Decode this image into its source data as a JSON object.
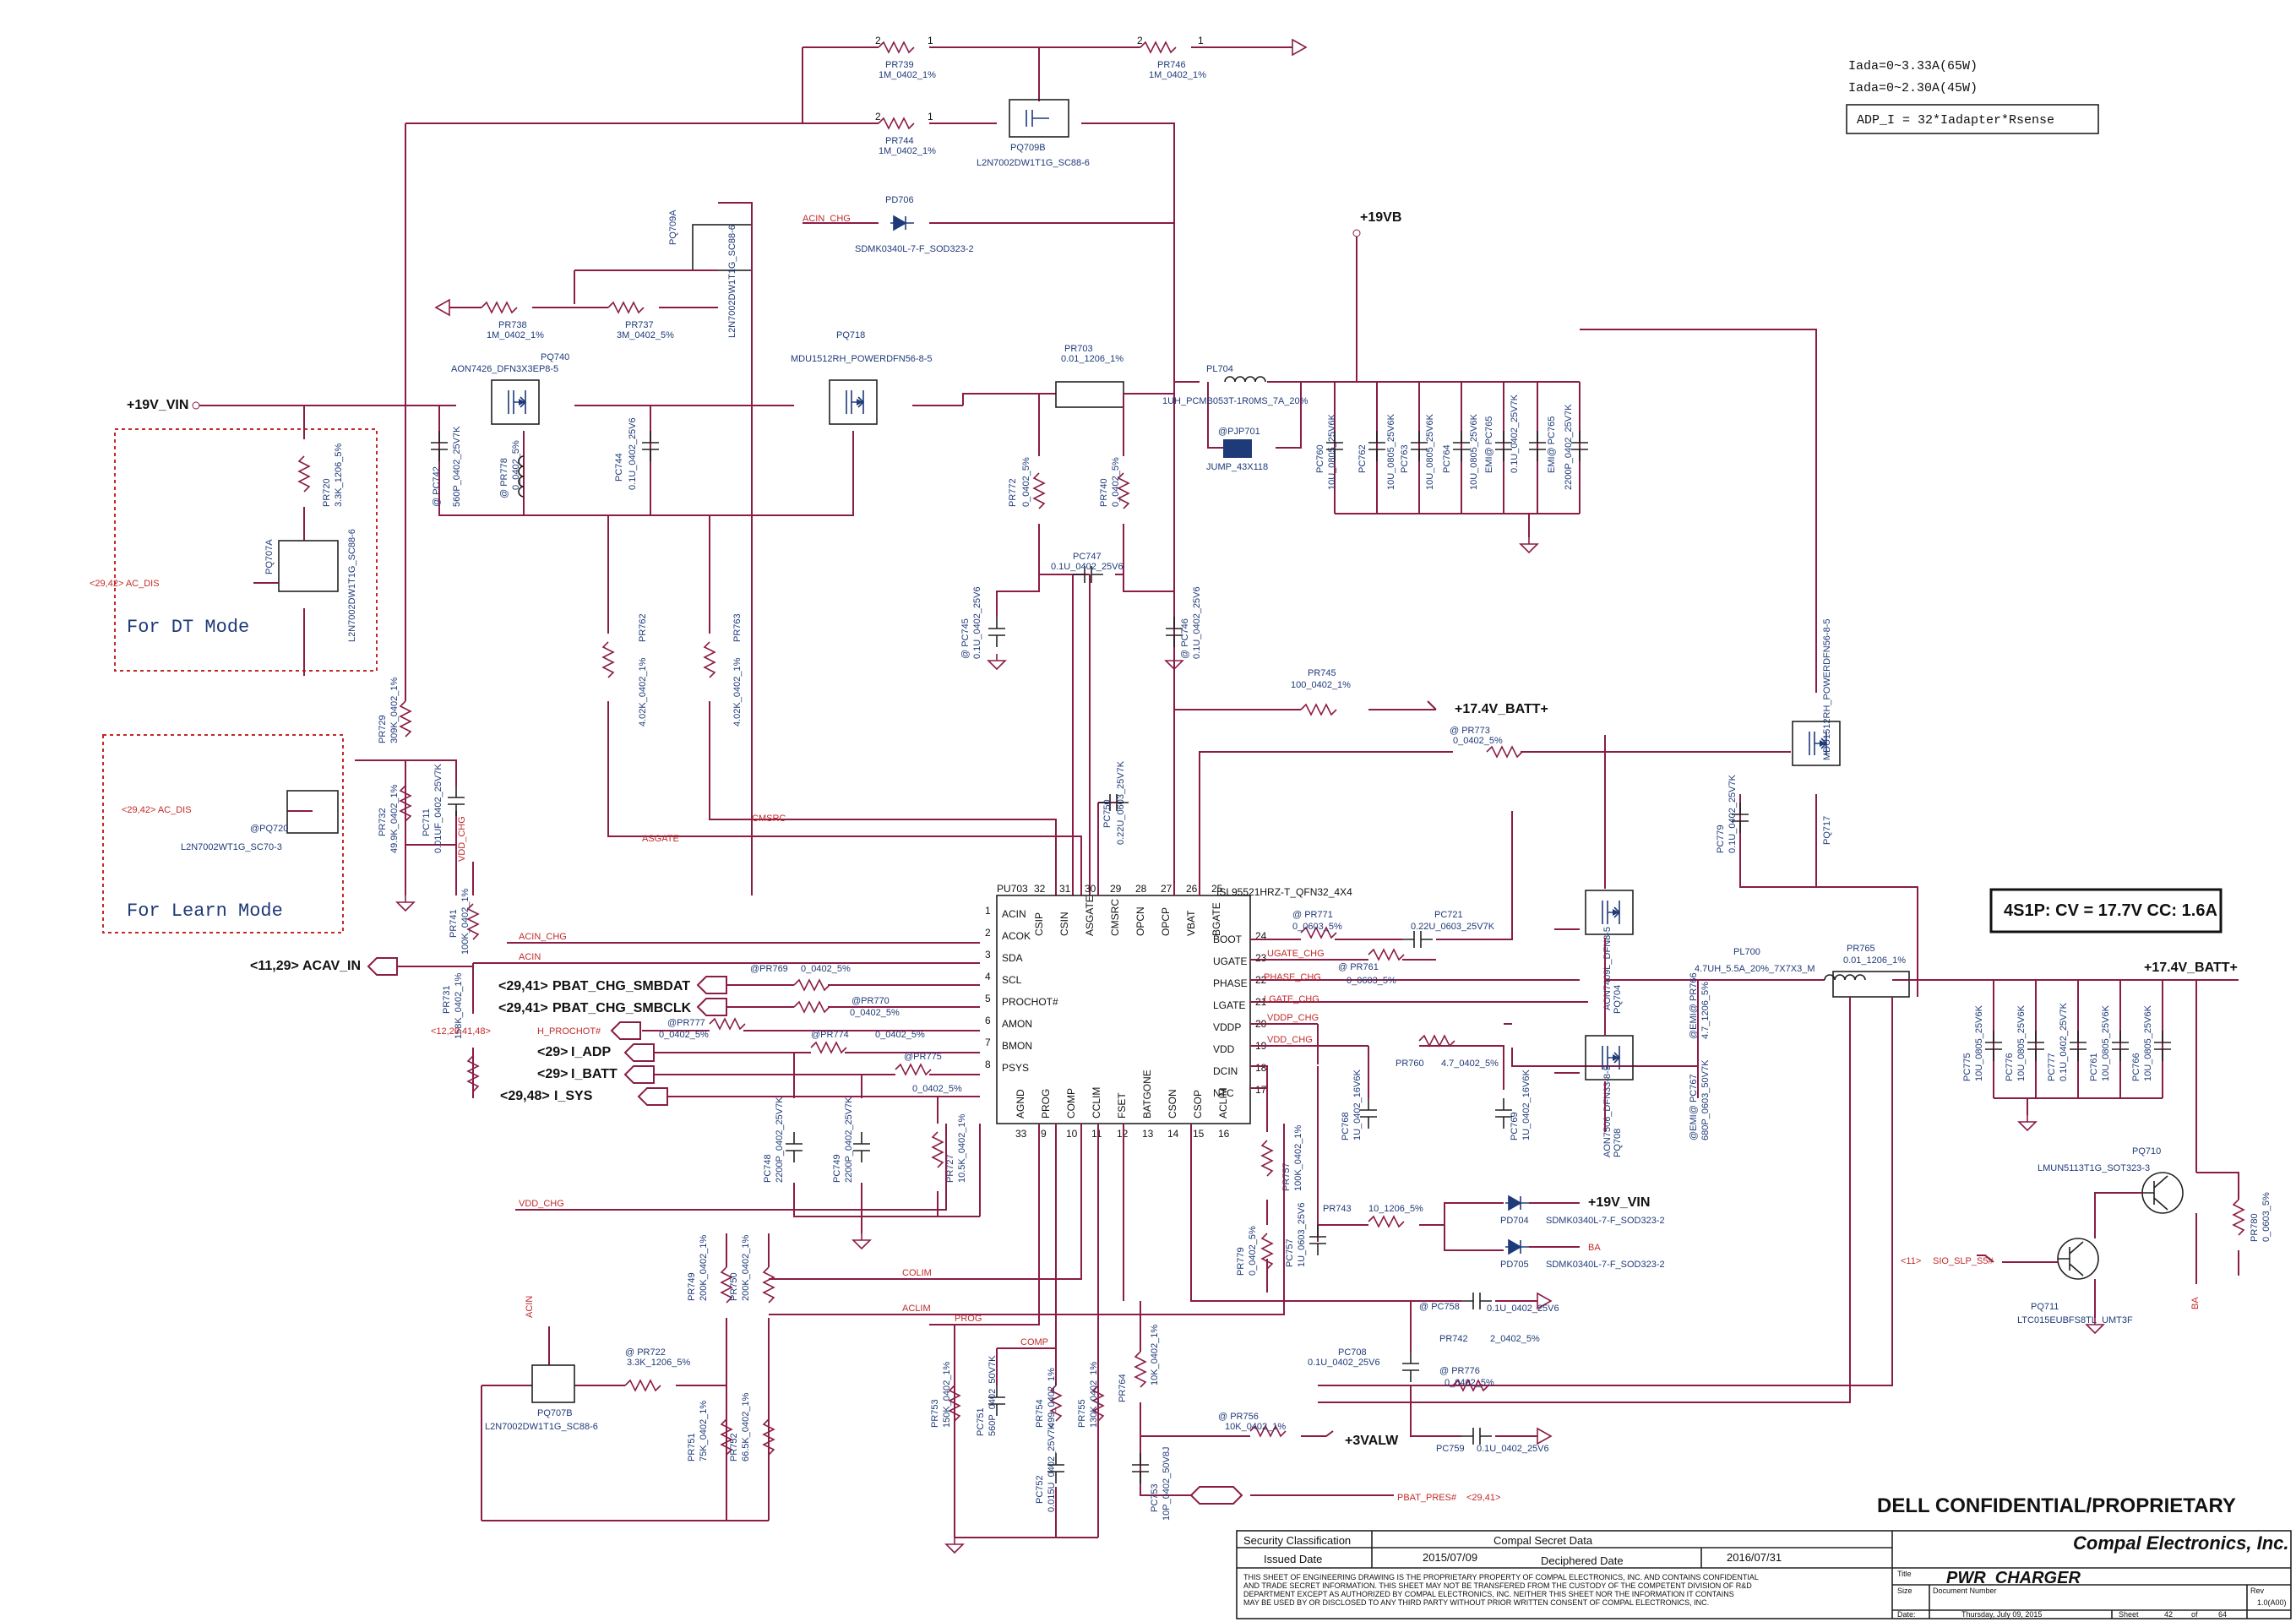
{
  "notes": {
    "iada1": "Iada=0~3.33A(65W)",
    "iada2": "Iada=0~2.30A(45W)",
    "adp_formula": "ADP_I = 32*Iadapter*Rsense",
    "cv_cc": "4S1P: CV = 17.7V CC: 1.6A",
    "dt_mode": "For DT Mode",
    "learn_mode": "For Learn Mode"
  },
  "power_nets": {
    "vin": "+19V_VIN",
    "vb": "+19VB",
    "batt_top": "+17.4V_BATT+",
    "batt_right": "+17.4V_BATT+",
    "valw": "+3VALW",
    "vin2": "+19V_VIN"
  },
  "ports": {
    "acav_in": "ACAV_IN",
    "acav_ref": "<11,29>",
    "pbat_smbdat": "PBAT_CHG_SMBDAT",
    "pbat_smbdat_ref": "<29,41>",
    "pbat_smbclk": "PBAT_CHG_SMBCLK",
    "pbat_smbclk_ref": "<29,41>",
    "i_adp": "I_ADP",
    "i_adp_ref": "<29>",
    "i_batt": "I_BATT",
    "i_batt_ref": "<29>",
    "i_sys": "I_SYS",
    "i_sys_ref": "<29,48>",
    "ac_dis_1": "<29,42> AC_DIS",
    "ac_dis_2": "<29,42> AC_DIS",
    "acin_chg": "ACIN_CHG",
    "h_prochot": "H_PROCHOT#",
    "h_prochot_ref": "<12,29,41,48>",
    "sio_slp": "SIO_SLP_S5#",
    "sio_slp_ref": "<11>",
    "pbat_pres": "PBAT_PRES#",
    "pbat_pres_ref": "<29,41>"
  },
  "net_labels": {
    "acin_chg_in": "ACIN_CHG",
    "acin": "ACIN",
    "acin2": "ACIN",
    "asgate": "ASGATE",
    "cmsrc": "CMSRC",
    "vdd_chg1": "VDD_CHG",
    "vdd_chg2": "VDD_CHG",
    "vddp_chg": "VDDP_CHG",
    "ugate_chg": "UGATE_CHG",
    "phase_chg": "PHASE_CHG",
    "lgate_chg": "LGATE_CHG",
    "vdd_chg_vdd": "VDD_CHG",
    "colim": "COLIM",
    "aclim": "ACLIM",
    "prog": "PROG",
    "comp": "COMP",
    "ba1": "BA",
    "ba2": "BA"
  },
  "ic": {
    "ref": "PU703",
    "part": "ISL95521HRZ-T_QFN32_4X4",
    "left_pins": [
      {
        "name": "ACIN",
        "num": "1"
      },
      {
        "name": "ACOK",
        "num": "2"
      },
      {
        "name": "SDA",
        "num": "3"
      },
      {
        "name": "SCL",
        "num": "4"
      },
      {
        "name": "PROCHOT#",
        "num": "5"
      },
      {
        "name": "AMON",
        "num": "6"
      },
      {
        "name": "BMON",
        "num": "7"
      },
      {
        "name": "PSYS",
        "num": "8"
      }
    ],
    "top_pins": [
      {
        "name": "CSIP",
        "num": "32"
      },
      {
        "name": "CSIN",
        "num": "31"
      },
      {
        "name": "ASGATE",
        "num": "30"
      },
      {
        "name": "CMSRC",
        "num": "29"
      },
      {
        "name": "OPCN",
        "num": "28"
      },
      {
        "name": "OPCP",
        "num": "27"
      },
      {
        "name": "VBAT",
        "num": "26"
      },
      {
        "name": "BGATE",
        "num": "25"
      }
    ],
    "right_pins": [
      {
        "name": "BOOT",
        "num": "24"
      },
      {
        "name": "UGATE",
        "num": "23"
      },
      {
        "name": "PHASE",
        "num": "22"
      },
      {
        "name": "LGATE",
        "num": "21"
      },
      {
        "name": "VDDP",
        "num": "20"
      },
      {
        "name": "VDD",
        "num": "19"
      },
      {
        "name": "DCIN",
        "num": "18"
      },
      {
        "name": "NTC",
        "num": "17"
      }
    ],
    "bottom_pins": [
      {
        "name": "AGND",
        "num": "33"
      },
      {
        "name": "PROG",
        "num": "9"
      },
      {
        "name": "COMP",
        "num": "10"
      },
      {
        "name": "CCLIM",
        "num": "11"
      },
      {
        "name": "FSET",
        "num": "12"
      },
      {
        "name": "BATGONE",
        "num": "13"
      },
      {
        "name": "CSON",
        "num": "14"
      },
      {
        "name": "CSOP",
        "num": "15"
      },
      {
        "name": "ACLIM",
        "num": "16"
      }
    ]
  },
  "parts": {
    "pr739": "PR739",
    "pr739v": "1M_0402_1%",
    "pr746": "PR746",
    "pr746v": "1M_0402_1%",
    "pr744": "PR744",
    "pr744v": "1M_0402_1%",
    "pq709b": "PQ709B",
    "pq709bv": "L2N7002DW1T1G_SC88-6",
    "pq709a": "PQ709A",
    "pq709av": "L2N7002DW1T1G_SC88-6",
    "pd706": "PD706",
    "pd706v": "SDMK0340L-7-F_SOD323-2",
    "pr738": "PR738",
    "pr738v": "1M_0402_1%",
    "pr737": "PR737",
    "pr737v": "3M_0402_5%",
    "pq740": "PQ740",
    "pq740v": "AON7426_DFN3X3EP8-5",
    "pq718": "PQ718",
    "pq718v": "MDU1512RH_POWERDFN56-8-5",
    "pr703": "PR703",
    "pr703v": "0.01_1206_1%",
    "pl704": "PL704",
    "pl704v": "1UH_PCMB053T-1R0MS_7A_20%",
    "pjp701": "@PJP701",
    "pjp701v": "JUMP_43X118",
    "pr720": "PR720",
    "pr720v": "3.3K_1206_5%",
    "pq707a": "PQ707A",
    "pq707av": "L2N7002DW1T1G_SC88-6",
    "pc742": "@ PC742",
    "pc742v": "560P_0402_25V7K",
    "pr778": "@ PR778",
    "pr778v": "0_0402_5%",
    "pc744": "PC744",
    "pc744v": "0.1U_0402_25V6",
    "pr772": "PR772",
    "pr772v": "0_0402_5%",
    "pr740": "PR740",
    "pr740v": "0_0402_5%",
    "pc747": "PC747",
    "pc747v": "0.1U_0402_25V6",
    "pc745": "@ PC745",
    "pc745v": "0.1U_0402_25V6",
    "pc746": "@ PC746",
    "pc746v": "0.1U_0402_25V6",
    "pc760": "PC760",
    "pc760v": "10U_0805_25V6K",
    "pc762": "PC762",
    "pc762v": "10U_0805_25V6K",
    "pc763": "PC763",
    "pc763v": "10U_0805_25V6K",
    "pc764": "PC764",
    "pc764v": "10U_0805_25V6K",
    "pc765": "EMI@ PC765",
    "pc765v": "0.1U_0402_25V7K",
    "pc7652": "EMI@ PC765",
    "pc7652v": "2200P_0402_25V7K",
    "pr762": "PR762",
    "pr762v": "4.02K_0402_1%",
    "pr763": "PR763",
    "pr763v": "4.02K_0402_1%",
    "pr729": "PR729",
    "pr729v": "309K_0402_1%",
    "pr732": "PR732",
    "pr732v": "49.9K_0402_1%",
    "pc711": "PC711",
    "pc711v": "0.01UF_0402_25V7K",
    "pq720": "@PQ720",
    "pq720v": "L2N7002WT1G_SC70-3",
    "pr741": "PR741",
    "pr741v": "100K_0402_1%",
    "pr731": "PR731",
    "pr731v": "158K_0402_1%",
    "pr745": "PR745",
    "pr745v": "100_0402_1%",
    "pr773": "@ PR773",
    "pr773v": "0_0402_5%",
    "pc750": "PC750",
    "pc750v": "0.22U_0603_25V7K",
    "pq717": "PQ717",
    "pq717v": "MDU1512RH_POWERDFN56-8-5",
    "pc779": "PC779",
    "pc779v": "0.1U_0402_25V7K",
    "pr771": "@ PR771",
    "pr771v": "0_0603_5%",
    "pr761": "@ PR761",
    "pr761v": "0_0603_5%",
    "pc721": "PC721",
    "pc721v": "0.22U_0603_25V7K",
    "pq704": "PQ704",
    "pq704v": "AON7409L_DFN8-5",
    "pq708": "PQ708",
    "pq708v": "AON7506_DFN33-8-5",
    "pl700": "PL700",
    "pl700v": "4.7UH_5.5A_20%_7X7X3_M",
    "pr765": "PR765",
    "pr765v": "0.01_1206_1%",
    "pr766": "@EMI@ PR766",
    "pr766v": "4.7_1206_5%",
    "pc767": "@EMI@ PC767",
    "pc767v": "680P_0603_50V7K",
    "pr769": "@PR769",
    "pr769v": "0_0402_5%",
    "pr770": "@PR770",
    "pr770v": "0_0402_5%",
    "pr777": "@PR777",
    "pr777v": "0_0402_5%",
    "pr774": "@PR774",
    "pr774v": "0_0402_5%",
    "pr775": "@PR775",
    "pr775v": "0_0402_5%",
    "pc748": "PC748",
    "pc748v": "2200P_0402_25V7K",
    "pc749": "PC749",
    "pc749v": "2200P_0402_25V7K",
    "pr727": "PR727",
    "pr727v": "10.5K_0402_1%",
    "pr760": "PR760",
    "pr760v": "4.7_0402_5%",
    "pc768": "PC768",
    "pc768v": "1U_0402_16V6K",
    "pc769": "PC769",
    "pc769v": "1U_0402_16V6K",
    "pr757": "PR757",
    "pr757v": "100K_0402_1%",
    "pr779": "PR779",
    "pr779v": "0_0402_5%",
    "pc757": "PC757",
    "pc757v": "1U_0603_25V6",
    "pr743": "PR743",
    "pr743v": "10_1206_5%",
    "pd704": "PD704",
    "pd704v": "SDMK0340L-7-F_SOD323-2",
    "pd705": "PD705",
    "pd705v": "SDMK0340L-7-F_SOD323-2",
    "pc775": "PC775",
    "pc775v": "10U_0805_25V6K",
    "pc776": "PC776",
    "pc776v": "10U_0805_25V6K",
    "pc777": "PC777",
    "pc777v": "0.1U_0402_25V7K",
    "pc761": "PC761",
    "pc761v": "10U_0805_25V6K",
    "pc766": "PC766",
    "pc766v": "10U_0805_25V6K",
    "pq710": "PQ710",
    "pq710v": "LMUN5113T1G_SOT323-3",
    "pq711": "PQ711",
    "pq711v": "LTC015EUBFS8TL_UMT3F",
    "pr780": "PR780",
    "pr780v": "0_0603_5%",
    "pr749": "PR749",
    "pr749v": "200K_0402_1%",
    "pr750": "PR750",
    "pr750v": "200K_0402_1%",
    "pr722": "@ PR722",
    "pr722v": "3.3K_1206_5%",
    "pq707b": "PQ707B",
    "pq707bv": "L2N7002DW1T1G_SC88-6",
    "pr751": "PR751",
    "pr751v": "75K_0402_1%",
    "pr752": "PR752",
    "pr752v": "66.5K_0402_1%",
    "pr753": "PR753",
    "pr753v": "150K_0402_1%",
    "pc751": "PC751",
    "pc751v": "560P_0402_50V7K",
    "pr754": "PR754",
    "pr754v": "499_0402_1%",
    "pc752": "PC752",
    "pc752v": "0.015U_0402_25V7K",
    "pr755": "PR755",
    "pr755v": "130K_0402_1%",
    "pr764": "PR764",
    "pr764v": "10K_0402_1%",
    "pc753": "PC753",
    "pc753v": "10P_0402_50V8J",
    "pr756": "@ PR756",
    "pr756v": "10K_0402_1%",
    "pc758": "@ PC758",
    "pc758v": "0.1U_0402_25V6",
    "pr742": "PR742",
    "pr742v": "2_0402_5%",
    "pc708": "PC708",
    "pc708v": "0.1U_0402_25V6",
    "pr776": "@ PR776",
    "pr776v": "0_0402_5%",
    "pc759": "PC759",
    "pc759v": "0.1U_0402_25V6"
  },
  "title_block": {
    "dell_conf": "DELL CONFIDENTIAL/PROPRIETARY",
    "security_label": "Security Classification",
    "security_value": "Compal Secret Data",
    "issued_label": "Issued Date",
    "issued_value": "2015/07/09",
    "deciphered_label": "Deciphered Date",
    "deciphered_value": "2016/07/31",
    "company": "Compal Electronics, Inc.",
    "title_label": "Title",
    "title": "PWR_CHARGER",
    "size_label": "Size",
    "docnum_label": "Document Number",
    "rev_label": "Rev",
    "rev_value": "1.0(A00)",
    "date_label": "Date:",
    "date_value": "Thursday, July 09, 2015",
    "sheet_label": "Sheet",
    "sheet_value": "42",
    "of_label": "of",
    "of_value": "64",
    "disclaimer1": "THIS SHEET OF ENGINEERING DRAWING IS THE PROPRIETARY PROPERTY OF COMPAL ELECTRONICS, INC. AND CONTAINS CONFIDENTIAL",
    "disclaimer2": "AND TRADE SECRET INFORMATION. THIS SHEET MAY NOT BE TRANSFERED FROM THE CUSTODY OF THE COMPETENT DIVISION OF R&D",
    "disclaimer3": "DEPARTMENT EXCEPT AS AUTHORIZED BY COMPAL ELECTRONICS, INC. NEITHER THIS SHEET NOR THE INFORMATION IT CONTAINS",
    "disclaimer4": "MAY BE USED BY OR DISCLOSED TO ANY THIRD PARTY WITHOUT PRIOR WRITTEN CONSENT OF COMPAL ELECTRONICS, INC."
  },
  "colors": {
    "wire": "#8b1c46",
    "part_text": "#1f3a78",
    "net_text": "#c22a2a",
    "mode_box": "#c22a2a"
  }
}
